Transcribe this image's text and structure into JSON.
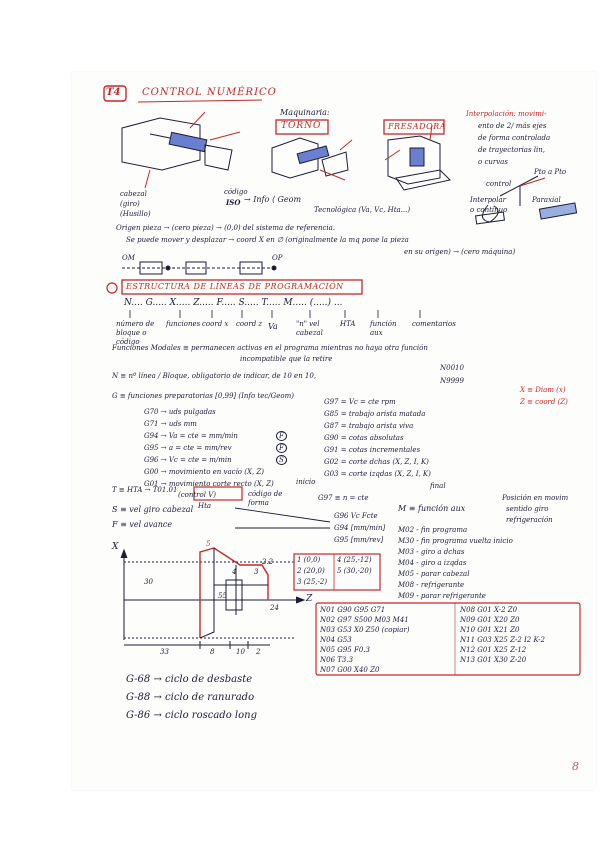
{
  "page": {
    "number": "8",
    "title": {
      "tag": "T4",
      "text": "CONTROL NUMÉRICO"
    },
    "header_maquinaria": "Maquinaria:",
    "torno": "TORNO",
    "fresadora": "FRESADORA",
    "interpolacion": [
      "Interpolación: movimi-",
      "ento de 2/ más ejes",
      "de forma controlada",
      "de trayectorias lin,",
      "o curvas"
    ],
    "control": "control",
    "pto_a_pto": "Pto a Pto",
    "interpolar_continuo": [
      "Interpolar",
      "o continuo"
    ],
    "paraxial": "Paraxial",
    "cabezal": [
      "cabezal",
      "(giro)",
      "(Husillo)"
    ],
    "codigo_iso": [
      "código",
      "ISO"
    ],
    "info_geom": "→ Info ⟨ Geom",
    "tecnologica": "Tecnológica (Va, Vc, Hta...)",
    "origen_pieza": [
      "Origen pieza → (cero pieza) → (0,0) del sistema de referencia.",
      "Se puede mover y desplazar → coord X en ∅ (originalmente la mq pone la pieza",
      "en su origen) → (cero máquina)"
    ],
    "op_labels": [
      "OM",
      "OP"
    ],
    "estructura_title": "ESTRUCTURA DE LÍNEAS DE PROGRAMACIÓN",
    "estructura_line": "N....  G.....  X.....  Z.....  F.....  S.....  T.....  M.....  (.....) ...",
    "estructura_items": [
      "número de bloque o código",
      "funciones",
      "coord x",
      "coord z",
      "Va",
      "\"n\" vel cabezal",
      "HTA",
      "función aux",
      "comentarios"
    ],
    "funciones_modales": [
      "Funciones Modales ≡ permanecen activas en el programa mientras no haya otra función",
      "incompatible que la retire"
    ],
    "n_line": "N ≡ nº línea / Bloque, obligatorio de indicar, de 10 en 10,",
    "n_examples": [
      "N0010",
      "N9999"
    ],
    "g_line": "G ≡ funciones preparatorias [0,99] (Info tec/Geom)",
    "x_diam": "X ≡ Diam (x)",
    "z_coord": "Z ≡ coord (Z)",
    "g_left": [
      "G70 → uds pulgadas",
      "G71 → uds mm",
      "G94 → Va = cte = mm/min",
      "G95 → a = cte = mm/rev",
      "G96 → Vc = cte = m/min",
      "G00 → movimiento en vacío (X, Z)",
      "G01 → movimiento corte recto (X, Z)"
    ],
    "g_right": [
      "G97 = Vc = cte rpm",
      "G85 = trabajo arista matada",
      "G87 = trabajo arista viva",
      "G90 = cotas absolutas",
      "G91 = cotas incrementales",
      "G02 = corte dchas (X, Z, I, K)",
      "G03 = corte izqdas (X, Z, I, K)"
    ],
    "control_v": "(control V)",
    "circle_letters": [
      "F",
      "F",
      "S"
    ],
    "t_line": "T ≡ HTA → T01.01",
    "t_sub": [
      "Hta",
      "código de forma"
    ],
    "g97_ref": "G97 ≡ n = cte",
    "inicio_final": [
      "inicio",
      "final"
    ],
    "s_line": "S ≡ vel giro cabezal",
    "g96_ref": "G96 Vc Fcte",
    "f_line": "F ≡ vel avance",
    "g94_ref": "G94 [mm/min]",
    "g95_ref": "G95 [mm/rev]",
    "m_line": "M ≡ función aux",
    "m_branch": [
      "Posición en movim",
      "sentido giro",
      "refrigeración"
    ],
    "m_codes": [
      "M02 - fin programa",
      "M30 - fin programa vuelta inicio",
      "M03 - giro a dchas",
      "M04 - giro a izqdas",
      "M05 - parar cabezal",
      "M08 - refrigerante",
      "M09 - parar refrigerante"
    ],
    "diagram": {
      "x_axis": "X",
      "z_axis": "Z",
      "dims": [
        "30",
        "33",
        "8",
        "10",
        "2",
        "55",
        "4",
        "3",
        "2.2",
        "24"
      ],
      "point_label": "5",
      "points": [
        "1 (0,0)",
        "2 (20,0)",
        "3 (25,-2)",
        "4 (25,-12)",
        "5 (30,-20)"
      ]
    },
    "program_left": [
      "N01 G90 G95 G71",
      "N02 G97 S500 M03 M41",
      "N03 G53 X0 Z50 (copiar)",
      "N04 G53",
      "N05 G95 F0.3",
      "N06 T3.3",
      "N07 G00 X40 Z0"
    ],
    "program_right": [
      "N08 G01 X-2 Z0",
      "N09 G01 X20 Z0",
      "N10 G01 X21 Z0",
      "N11 G03 X25 Z-2 I2 K-2",
      "N12 G01 X25 Z-12",
      "N13 G01 X30 Z-20"
    ],
    "cycles": [
      "G-68 → ciclo de desbaste",
      "G-88 → ciclo de ranurado",
      "G-86 → ciclo roscado long"
    ]
  },
  "colors": {
    "ink": "#1c1c3a",
    "red": "#c62828"
  }
}
